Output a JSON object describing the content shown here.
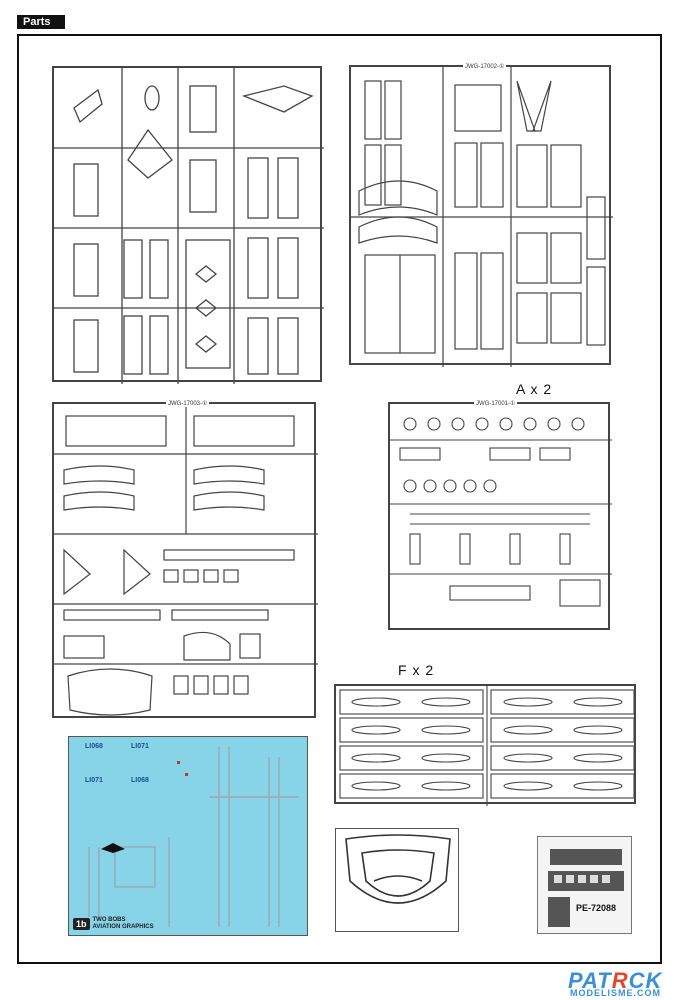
{
  "header": {
    "title": "Parts"
  },
  "sprues": {
    "top_right_label": "JWG-17002-①",
    "middle_left_label": "JWG-17003-①",
    "middle_right_label": "JWG-17001-①",
    "qty_a": "A x 2",
    "qty_f": "F x 2"
  },
  "decal": {
    "brand_badge": "1b",
    "brand_name": "TWO BOBS",
    "brand_sub": "AVIATION GRAPHICS",
    "codes": [
      "LI068",
      "LI071",
      "LI068",
      "LI071"
    ]
  },
  "photo_etch": {
    "label": "PE-72088"
  },
  "watermark": {
    "part1": "PAT",
    "part2": "R",
    "part3": "CK",
    "site": "MODELISME.COM"
  },
  "colors": {
    "decal_bg": "#87d3e8",
    "line": "#444444",
    "watermark": "#3b8fd6",
    "watermark_accent": "#e2472b"
  }
}
